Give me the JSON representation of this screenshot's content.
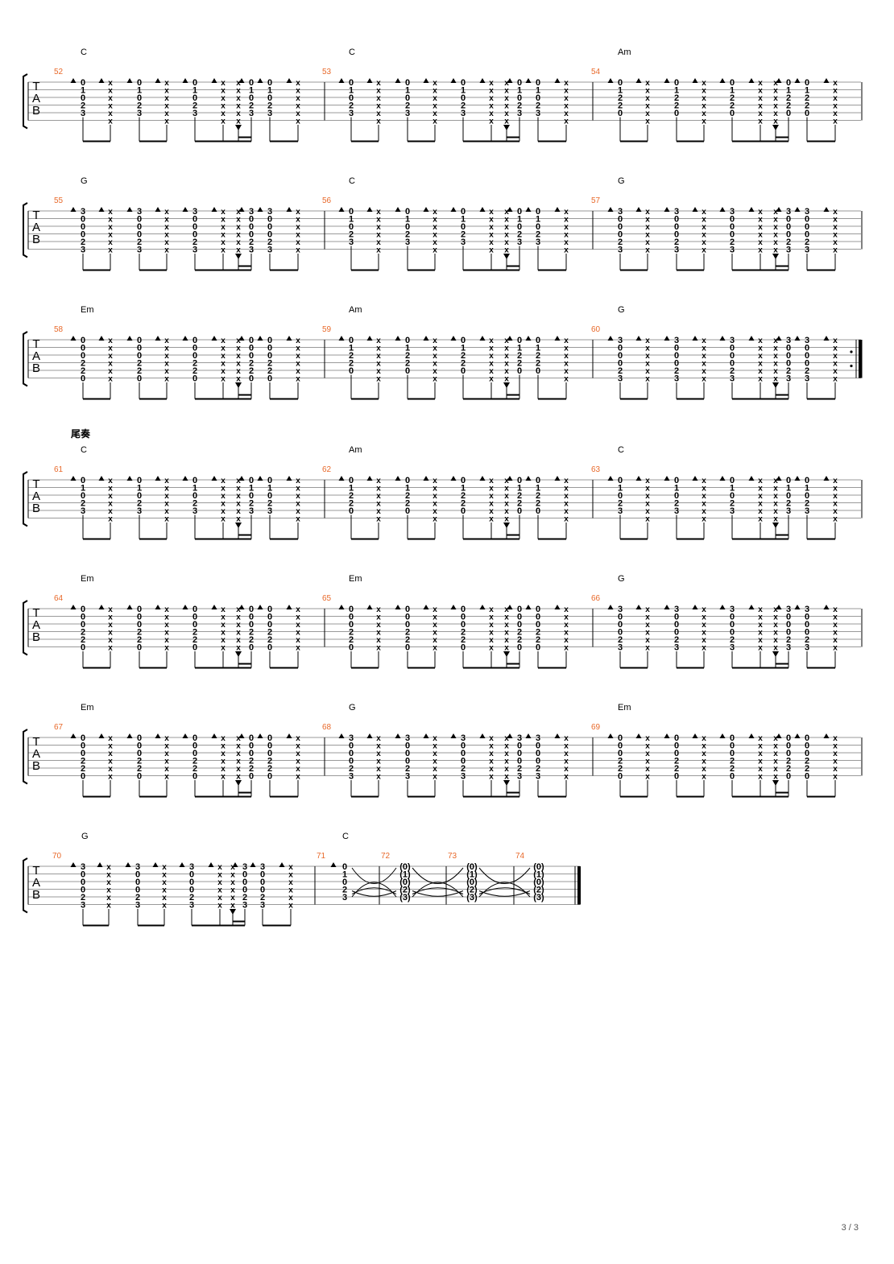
{
  "page": {
    "number_text": "3 / 3"
  },
  "colors": {
    "measure_number": "#e8692a",
    "staff_line": "#9a9a9a",
    "ink": "#000000"
  },
  "section_label": {
    "text": "尾奏",
    "system": 3
  },
  "tab_clef": [
    "T",
    "A",
    "B"
  ],
  "patterns": {
    "C": {
      "strings": [
        "0",
        "1",
        "0",
        "2",
        "3",
        ""
      ],
      "root": 4
    },
    "Am": {
      "strings": [
        "0",
        "1",
        "2",
        "2",
        "0",
        ""
      ],
      "root": 4
    },
    "G": {
      "strings": [
        "3",
        "0",
        "0",
        "0",
        "2",
        "3"
      ],
      "root": 5
    },
    "Em": {
      "strings": [
        "0",
        "0",
        "0",
        "2",
        "2",
        "0"
      ],
      "root": 5
    }
  },
  "systems": [
    {
      "measures": [
        {
          "number": "52",
          "chord": "C",
          "pattern": "C"
        },
        {
          "number": "53",
          "chord": "C",
          "pattern": "C"
        },
        {
          "number": "54",
          "chord": "Am",
          "pattern": "Am"
        }
      ]
    },
    {
      "measures": [
        {
          "number": "55",
          "chord": "G",
          "pattern": "G"
        },
        {
          "number": "56",
          "chord": "C",
          "pattern": "C"
        },
        {
          "number": "57",
          "chord": "G",
          "pattern": "G"
        }
      ]
    },
    {
      "measures": [
        {
          "number": "58",
          "chord": "Em",
          "pattern": "Em"
        },
        {
          "number": "59",
          "chord": "Am",
          "pattern": "Am"
        },
        {
          "number": "60",
          "chord": "G",
          "pattern": "G"
        }
      ],
      "end": "repeat"
    },
    {
      "measures": [
        {
          "number": "61",
          "chord": "C",
          "pattern": "C"
        },
        {
          "number": "62",
          "chord": "Am",
          "pattern": "Am"
        },
        {
          "number": "63",
          "chord": "C",
          "pattern": "C"
        }
      ]
    },
    {
      "measures": [
        {
          "number": "64",
          "chord": "Em",
          "pattern": "Em"
        },
        {
          "number": "65",
          "chord": "Em",
          "pattern": "Em"
        },
        {
          "number": "66",
          "chord": "G",
          "pattern": "G"
        }
      ]
    },
    {
      "measures": [
        {
          "number": "67",
          "chord": "Em",
          "pattern": "Em"
        },
        {
          "number": "68",
          "chord": "G",
          "pattern": "G"
        },
        {
          "number": "69",
          "chord": "Em",
          "pattern": "Em"
        }
      ]
    },
    {
      "measures": [
        {
          "number": "70",
          "chord": "G",
          "pattern": "G"
        }
      ],
      "ending": {
        "measure_numbers": [
          "71",
          "72",
          "73",
          "74"
        ],
        "chord": "C",
        "first": [
          "0",
          "1",
          "0",
          "2",
          "3"
        ],
        "tied": [
          "(0)",
          "(1)",
          "(0)",
          "(2)",
          "(3)"
        ]
      }
    }
  ]
}
